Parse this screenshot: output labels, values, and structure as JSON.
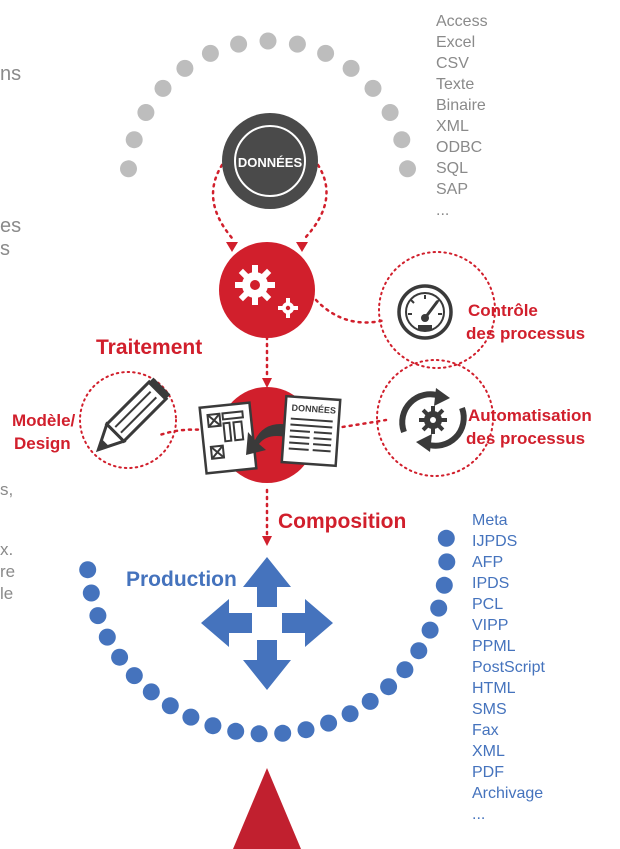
{
  "input_formats": [
    "Access",
    "Excel",
    "CSV",
    "Texte",
    "Binaire",
    "XML",
    "ODBC",
    "SQL",
    "SAP",
    "..."
  ],
  "output_formats": [
    "Meta",
    "IJPDS",
    "AFP",
    "IPDS",
    "PCL",
    "VIPP",
    "PPML",
    "PostScript",
    "HTML",
    "SMS",
    "Fax",
    "XML",
    "PDF",
    "Archivage",
    "..."
  ],
  "donnees_circle": "DONNÉES",
  "doc_badge": "DONNÉES",
  "labels": {
    "traitement": "Traitement",
    "composition": "Composition",
    "production": "Production",
    "modele_line1": "Modèle/",
    "modele_line2": "Design",
    "controle_line1": "Contrôle",
    "controle_line2": "des processus",
    "automatisation_line1": "Automatisation",
    "automatisation_line2": "des processus"
  },
  "left_fragments": [
    "ns",
    "es",
    "s",
    "s,",
    "x.",
    "re",
    "le"
  ],
  "colors": {
    "red": "#d11f2c",
    "blue": "#4573bd",
    "gray_dot": "#bdbdbd",
    "dark_circle": "#4a4a4a",
    "triangle": "#c1202f"
  }
}
